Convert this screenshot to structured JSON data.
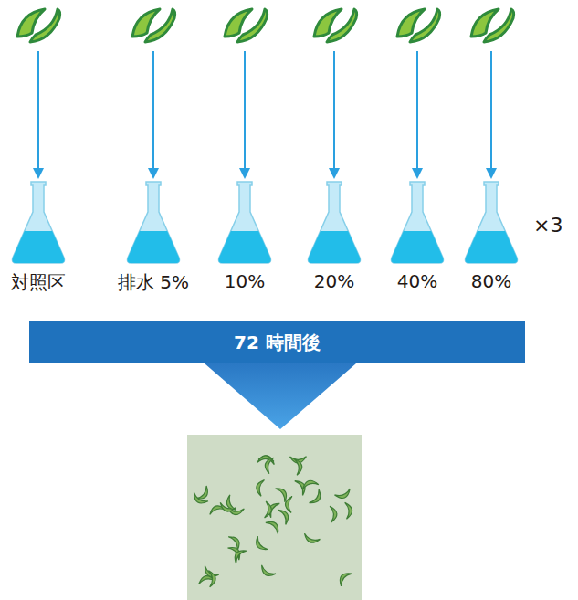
{
  "diagram": {
    "nodes": [
      {
        "text": [
          "対照区"
        ]
      },
      {
        "text": [
          "排水 5%"
        ]
      },
      {
        "text": [
          "10%"
        ]
      },
      {
        "text": [
          "20%"
        ]
      },
      {
        "text": [
          "40%"
        ]
      },
      {
        "text": [
          "80%"
        ]
      },
      {
        "text": [
          "72 時間後"
        ]
      }
    ],
    "labels": [
      "×3"
    ]
  }
}
